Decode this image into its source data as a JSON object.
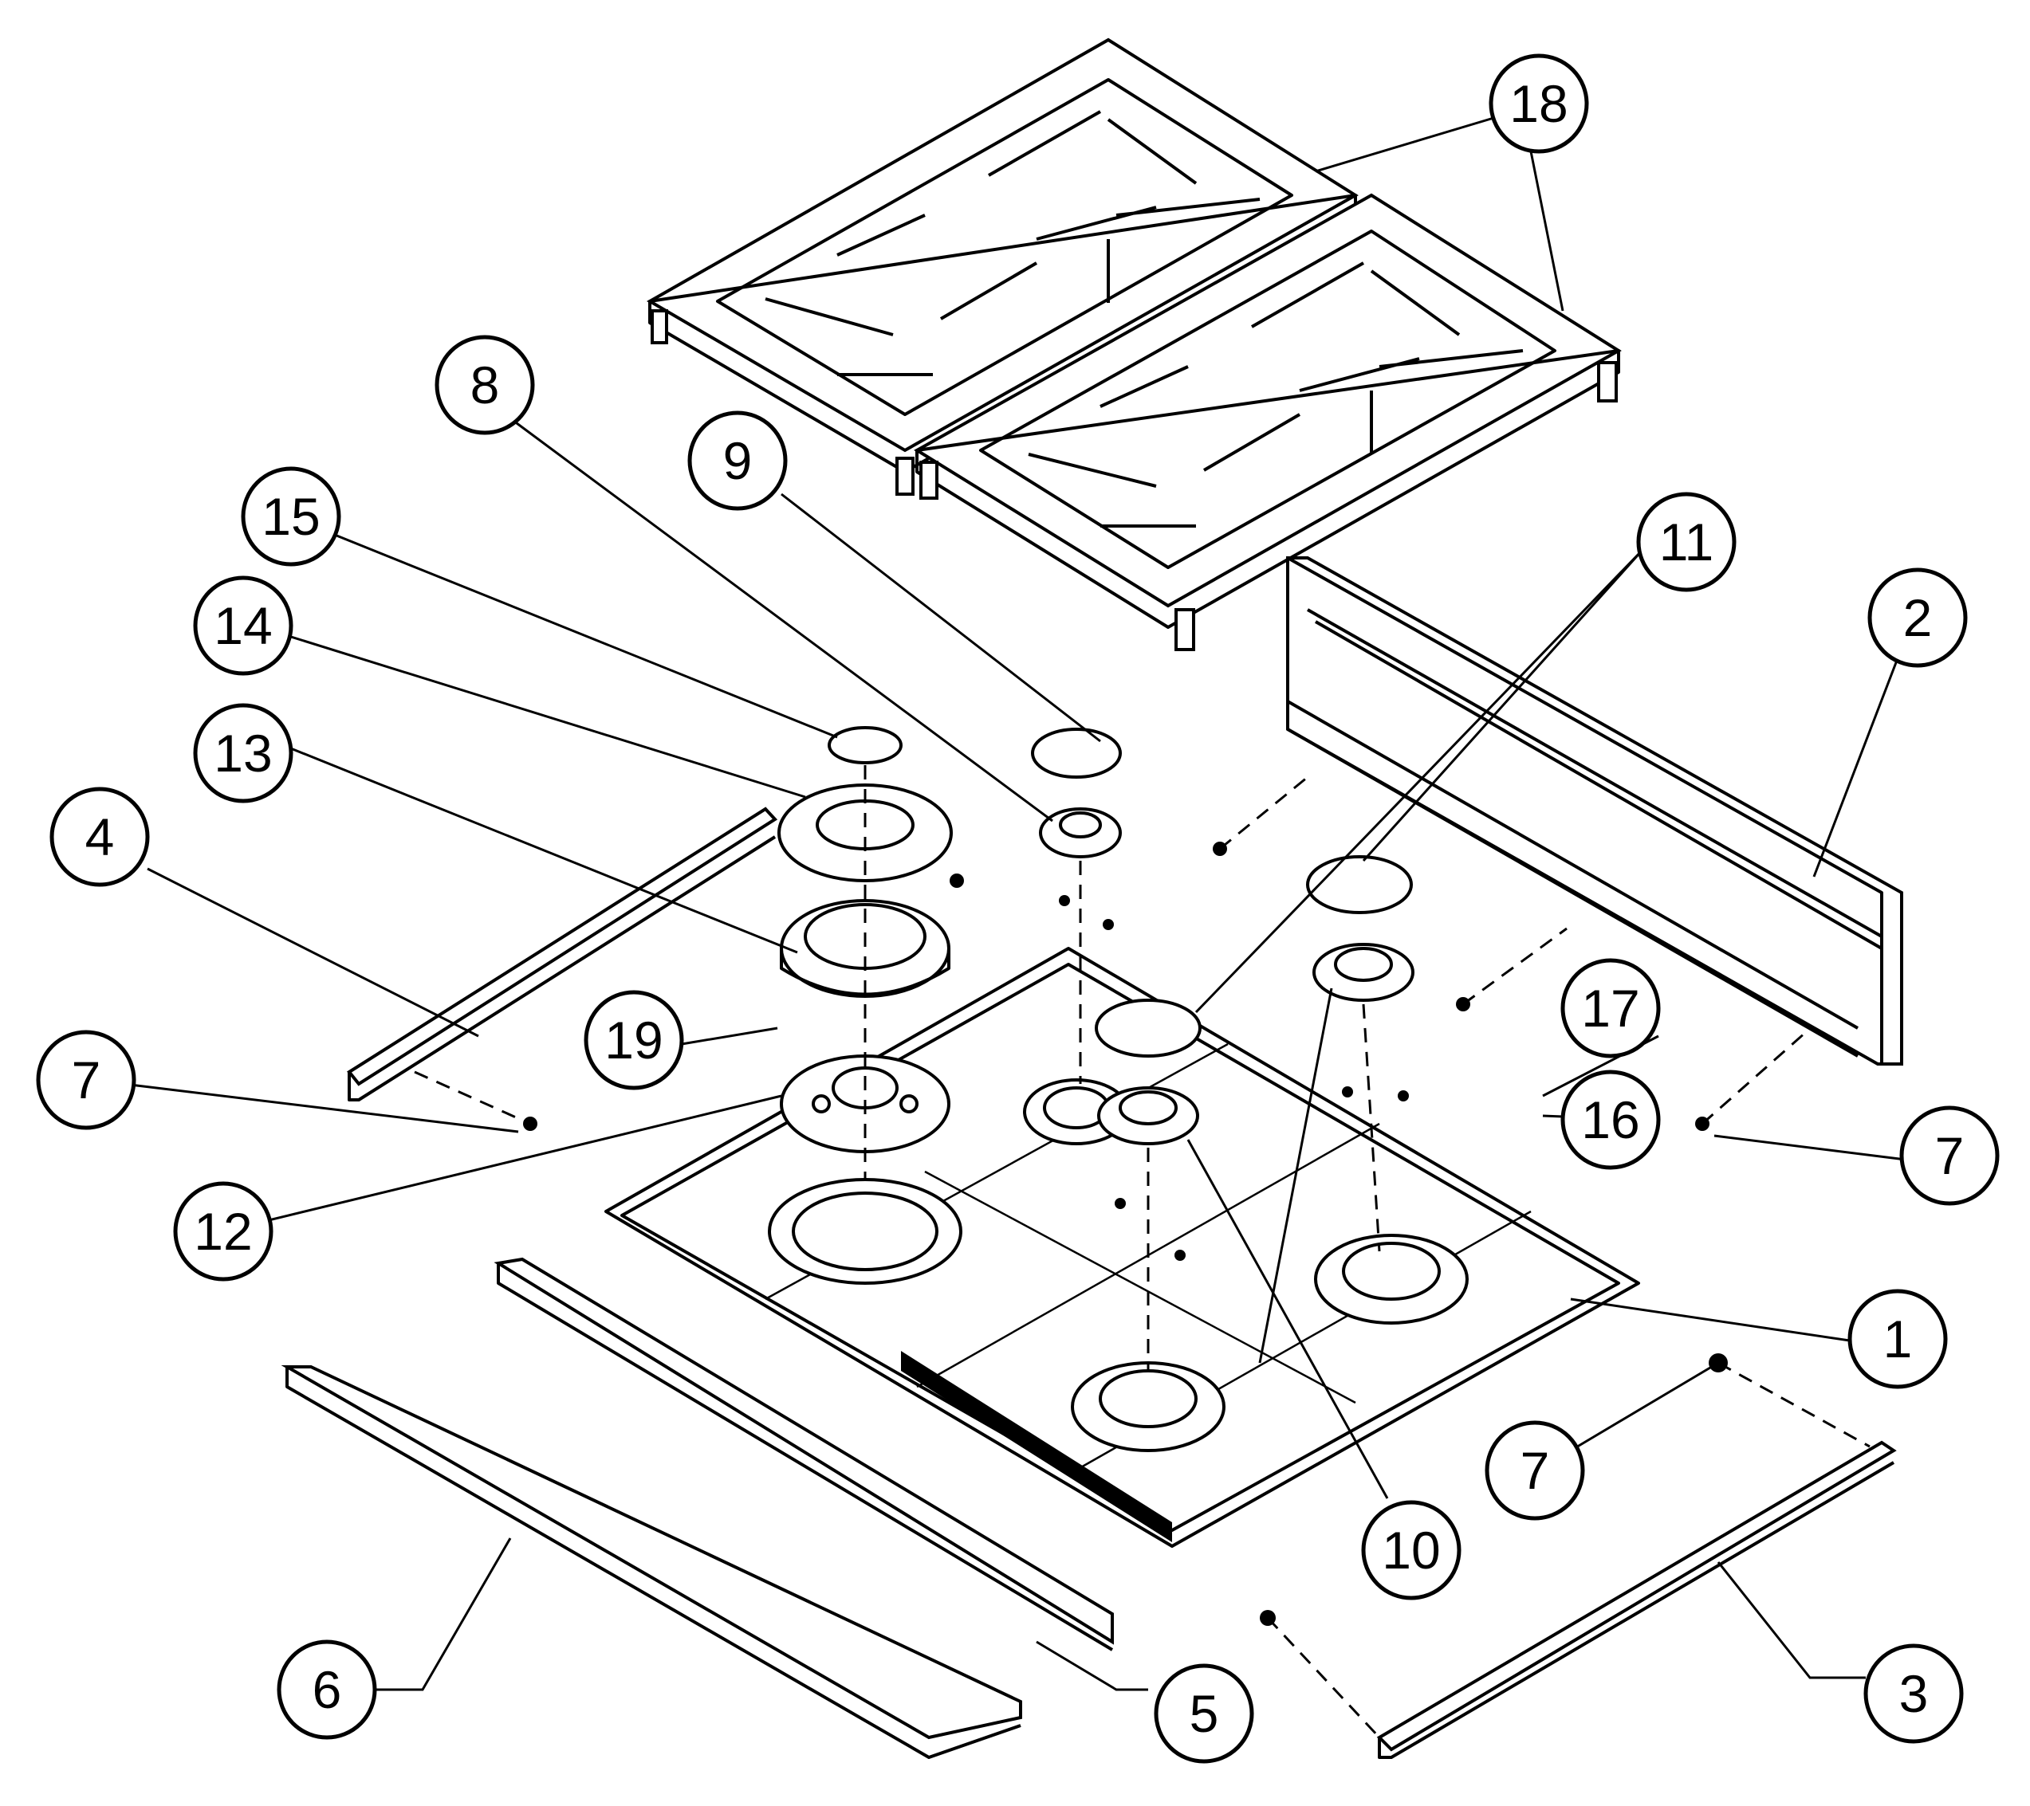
{
  "diagram": {
    "callouts": [
      {
        "id": "c1",
        "label": "1"
      },
      {
        "id": "c2",
        "label": "2"
      },
      {
        "id": "c3",
        "label": "3"
      },
      {
        "id": "c4",
        "label": "4"
      },
      {
        "id": "c5",
        "label": "5"
      },
      {
        "id": "c6",
        "label": "6"
      },
      {
        "id": "c7a",
        "label": "7"
      },
      {
        "id": "c7b",
        "label": "7"
      },
      {
        "id": "c7c",
        "label": "7"
      },
      {
        "id": "c8",
        "label": "8"
      },
      {
        "id": "c9",
        "label": "9"
      },
      {
        "id": "c10",
        "label": "10"
      },
      {
        "id": "c11",
        "label": "11"
      },
      {
        "id": "c12",
        "label": "12"
      },
      {
        "id": "c13",
        "label": "13"
      },
      {
        "id": "c14",
        "label": "14"
      },
      {
        "id": "c15",
        "label": "15"
      },
      {
        "id": "c16",
        "label": "16"
      },
      {
        "id": "c17",
        "label": "17"
      },
      {
        "id": "c18",
        "label": "18"
      },
      {
        "id": "c19",
        "label": "19"
      }
    ]
  }
}
